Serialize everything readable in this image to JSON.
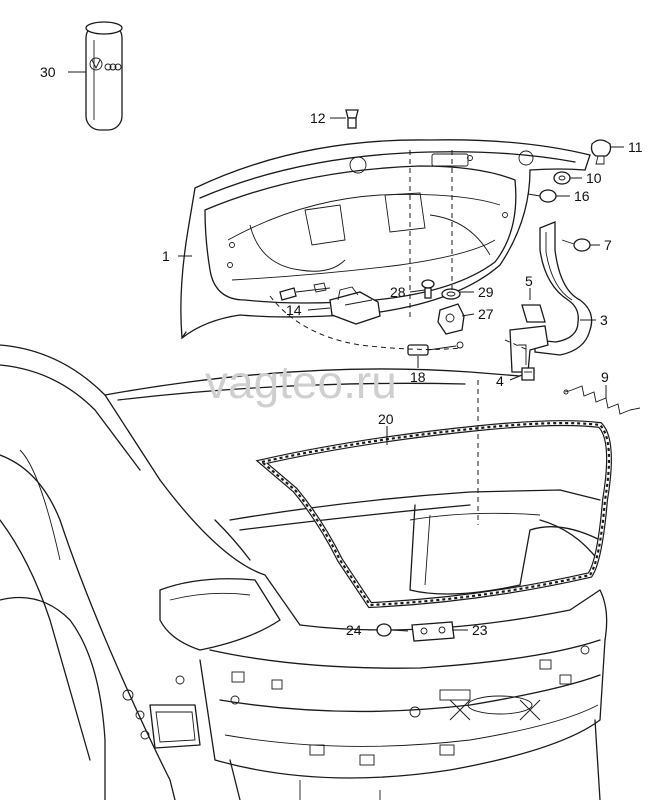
{
  "watermark": "vagteo.ru",
  "callouts": [
    {
      "id": "p1",
      "label": "1"
    },
    {
      "id": "p3",
      "label": "3"
    },
    {
      "id": "p4",
      "label": "4"
    },
    {
      "id": "p5",
      "label": "5"
    },
    {
      "id": "p7",
      "label": "7"
    },
    {
      "id": "p9",
      "label": "9"
    },
    {
      "id": "p10",
      "label": "10"
    },
    {
      "id": "p11",
      "label": "11"
    },
    {
      "id": "p12",
      "label": "12"
    },
    {
      "id": "p14",
      "label": "14"
    },
    {
      "id": "p16",
      "label": "16"
    },
    {
      "id": "p18",
      "label": "18"
    },
    {
      "id": "p20",
      "label": "20"
    },
    {
      "id": "p23",
      "label": "23"
    },
    {
      "id": "p24",
      "label": "24"
    },
    {
      "id": "p27",
      "label": "27"
    },
    {
      "id": "p28",
      "label": "28"
    },
    {
      "id": "p29",
      "label": "29"
    },
    {
      "id": "p30",
      "label": "30"
    }
  ]
}
